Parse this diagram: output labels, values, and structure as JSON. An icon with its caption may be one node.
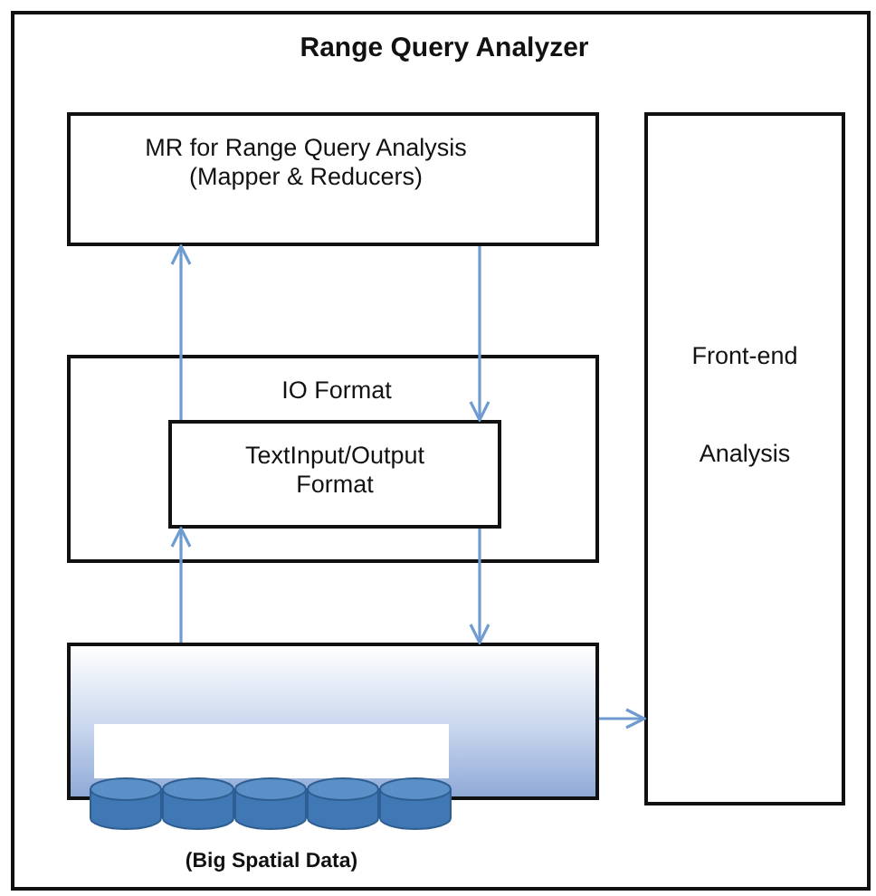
{
  "diagram": {
    "nodes": [
      {
        "text": [
          "Range Query Analyzer"
        ]
      },
      {
        "text": [
          "MR for Range Query Analysis (Mapper & Reducers)"
        ],
        "in": 0
      },
      {
        "text": [
          "IO Format"
        ],
        "in": 0
      },
      {
        "text": [
          "TextInput/Output Format"
        ],
        "in": 2
      },
      {
        "text": [
          "Front-end",
          "Analysis"
        ],
        "in": 0
      },
      {
        "text": [],
        "shape": "box",
        "in": 0
      }
    ],
    "edges": [
      {
        "from": 3,
        "to": 1,
        "arrow": "to"
      },
      {
        "from": 1,
        "to": 3,
        "arrow": "to"
      },
      {
        "from": 5,
        "to": 3,
        "arrow": "to"
      },
      {
        "from": 3,
        "to": 5,
        "arrow": "to"
      },
      {
        "from": 5,
        "to": 4,
        "arrow": "to"
      }
    ],
    "labels": [
      "(Big Spatial Data)"
    ]
  }
}
